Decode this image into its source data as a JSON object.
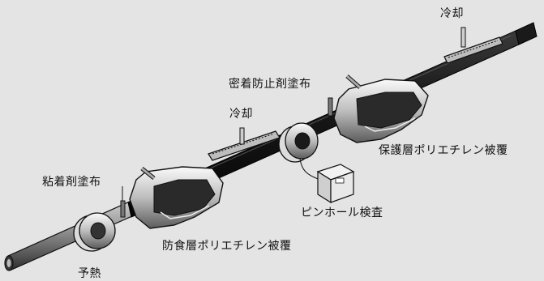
{
  "labels": {
    "cooling_right": "冷却",
    "anti_adhesion_coating": "密着防止剤塗布",
    "cooling_middle": "冷却",
    "protective_pe_coating": "保護層ポリエチレン被覆",
    "adhesive_coating": "粘着剤塗布",
    "pinhole_inspection": "ピンホール検査",
    "anticorrosion_pe_coating": "防食層ポリエチレン被覆",
    "preheat": "予熱"
  },
  "colors": {
    "background": "#e4e4e4",
    "pipe_dark": "#111111",
    "pipe_bare": "#8a8a8a",
    "outline": "#111111",
    "die_light": "#f2f2f2",
    "die_mid": "#9a9a9a"
  }
}
